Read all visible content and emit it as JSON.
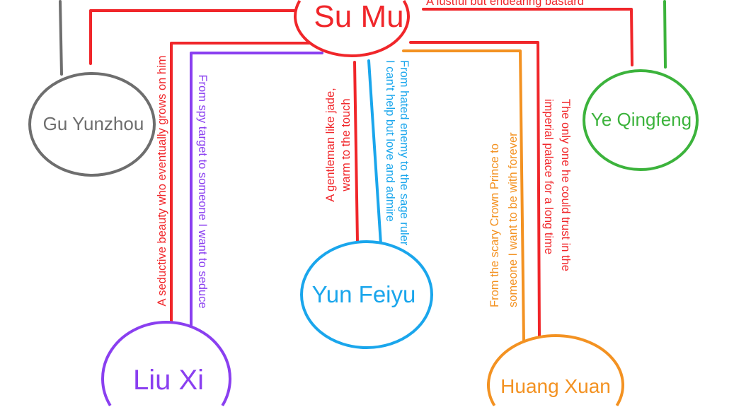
{
  "colors": {
    "red": "#f0262a",
    "gray": "#6e6e6e",
    "green": "#3cb33c",
    "purple": "#8a3ff0",
    "blue": "#1aa6ec",
    "orange": "#f39222"
  },
  "nodes": {
    "su_mu": "Su Mu",
    "gu_yunzhou": "Gu Yunzhou",
    "ye_qingfeng": "Ye Qingfeng",
    "yun_feiyu": "Yun Feiyu",
    "liu_xi": "Liu Xi",
    "huang_xuan": "Huang Xuan"
  },
  "edges": {
    "ye_qingfeng": [
      "A lustful but endearing bastard"
    ],
    "liu_xi_red": [
      "A seductive beauty who eventually grows on him"
    ],
    "liu_xi_purple": [
      "From spy target to someone I want to seduce"
    ],
    "yun_feiyu_red": [
      "A gentleman like jade,",
      "warm to the touch"
    ],
    "yun_feiyu_blue": [
      "From hated enemy to the sage ruler",
      "I can't help but love and admire"
    ],
    "huang_xuan_orange": [
      "From the scary Crown Prince to",
      "someone I want to be with forever"
    ],
    "huang_xuan_red": [
      "The only one he could trust in the",
      "imperial palace for a long time"
    ]
  }
}
